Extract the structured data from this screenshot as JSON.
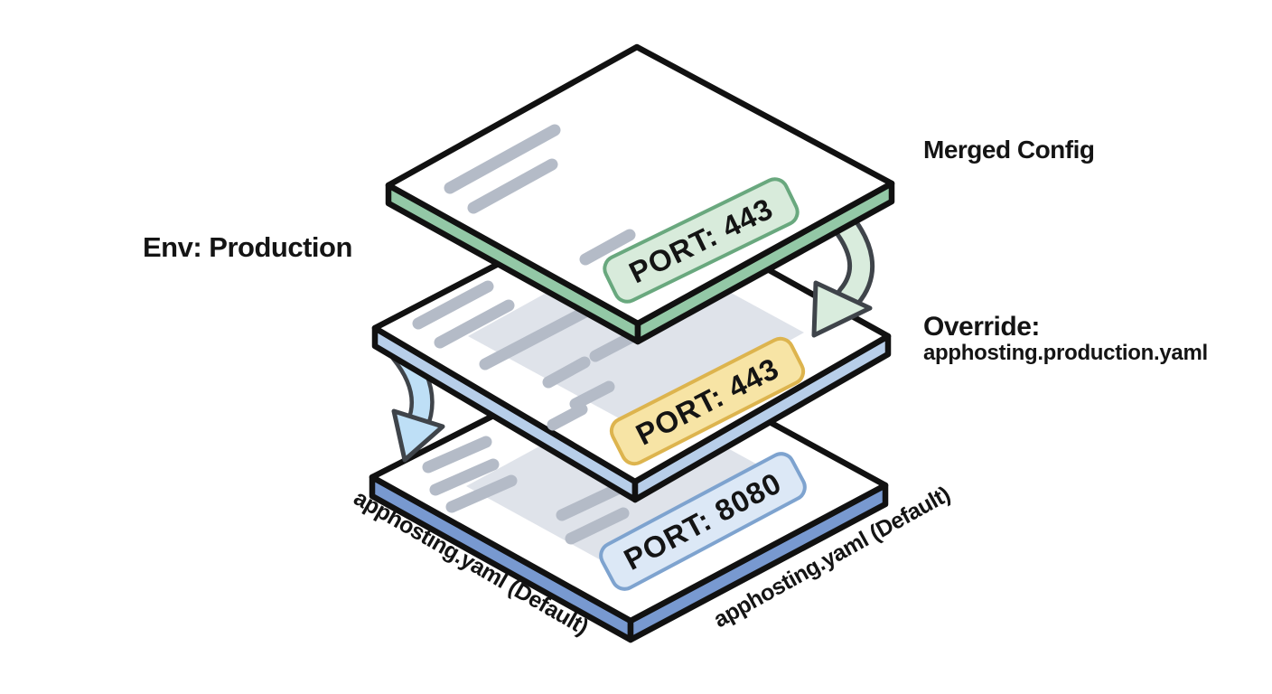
{
  "diagram": {
    "labels": {
      "env": "Env: Production",
      "merged": "Merged Config",
      "override_title": "Override:",
      "override_file": "apphosting.production.yaml",
      "default_left": "apphosting.yaml (Default)",
      "default_right": "apphosting.yaml (Default)"
    },
    "layers": [
      {
        "id": "merged-config",
        "badge_text": "PORT: 443",
        "badge_fill": "#d8ebdb",
        "badge_border": "#69a87e",
        "side_color": "#93c8a6"
      },
      {
        "id": "override-production",
        "badge_text": "PORT: 443",
        "badge_fill": "#f7e4a5",
        "badge_border": "#ddb44e",
        "side_color": "#b7cee9"
      },
      {
        "id": "default",
        "badge_text": "PORT: 8080",
        "badge_fill": "#dce8f6",
        "badge_border": "#7ea3cf",
        "side_color": "#7899d0"
      }
    ],
    "colors": {
      "paper": "#ffffff",
      "outline": "#111111",
      "placeholder_stroke": "#b4bbc7",
      "shadow": "#dfe3ea",
      "arrow_outline": "#3f444a",
      "arrow_green": "#d9ecdd",
      "arrow_blue": "#bedff6",
      "text": "#141414"
    }
  }
}
